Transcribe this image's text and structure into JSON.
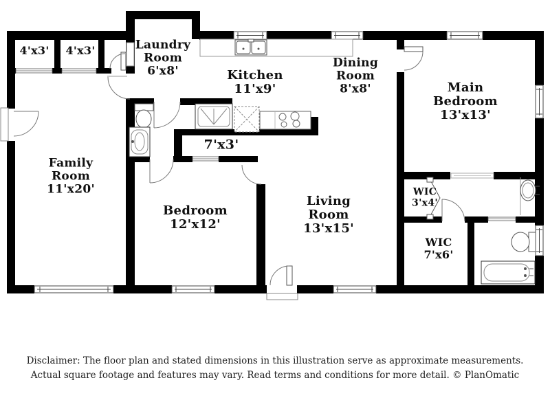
{
  "rooms": {
    "closet_a": {
      "lines": [
        "4'x3'"
      ]
    },
    "closet_b": {
      "lines": [
        "4'x3'"
      ]
    },
    "laundry": {
      "lines": [
        "Laundry",
        "Room",
        "6'x8'"
      ]
    },
    "kitchen": {
      "lines": [
        "Kitchen",
        "11'x9'"
      ]
    },
    "dining": {
      "lines": [
        "Dining",
        "Room",
        "8'x8'"
      ]
    },
    "main_bedroom": {
      "lines": [
        "Main",
        "Bedroom",
        "13'x13'"
      ]
    },
    "family_room": {
      "lines": [
        "Family",
        "Room",
        "11'x20'"
      ]
    },
    "hall_closet": {
      "lines": [
        "7'x3'"
      ]
    },
    "bedroom": {
      "lines": [
        "Bedroom",
        "12'x12'"
      ]
    },
    "living_room": {
      "lines": [
        "Living",
        "Room",
        "13'x15'"
      ]
    },
    "wic_small": {
      "lines": [
        "WIC",
        "3'x4'"
      ]
    },
    "wic_large": {
      "lines": [
        "WIC",
        "7'x6'"
      ]
    }
  },
  "disclaimer": {
    "line1": "Disclaimer: The floor plan and stated dimensions in this illustration serve as approximate measurements.",
    "line2": "Actual square footage and features may vary. Read terms and conditions for more detail. © PlanOmatic"
  },
  "colors": {
    "wall": "#000000",
    "label_text": "#111111",
    "fixture_line": "#555555"
  }
}
